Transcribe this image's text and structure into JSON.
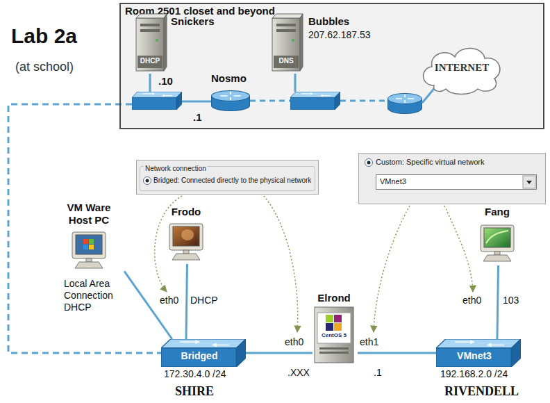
{
  "diagram": {
    "title": "Lab 2a",
    "nodes": [
      {
        "text": [
          "Room 2501 closet and beyond"
        ]
      },
      {
        "text": [
          "Snickers",
          "DHCP"
        ],
        "in": 0
      },
      {
        "text": [
          "Nosmo"
        ],
        "in": 0
      },
      {
        "text": [
          "Bubbles",
          "DNS",
          "207.62.187.53"
        ],
        "in": 0
      },
      {
        "text": [
          "INTERNET"
        ],
        "in": 0
      },
      {
        "text": [
          "Network connection",
          "Bridged: Connected directly to the physical network"
        ]
      },
      {
        "text": [
          "Custom: Specific virtual network",
          "VMnet3"
        ]
      },
      {
        "text": [
          "VM Ware Host PC",
          "Local Area Connection DHCP"
        ]
      },
      {
        "text": [
          "Frodo"
        ]
      },
      {
        "text": [
          "Elrond",
          "CentOS 5"
        ]
      },
      {
        "text": [
          "Fang"
        ]
      },
      {
        "text": [
          "Bridged"
        ]
      },
      {
        "text": [
          "VMnet3"
        ]
      }
    ],
    "edges": [
      {
        "from": 7,
        "to": 11,
        "arrow": "none"
      },
      {
        "from": 8,
        "to": 11,
        "arrow": "none"
      },
      {
        "from": 11,
        "to": 9,
        "arrow": "none"
      },
      {
        "from": 9,
        "to": 12,
        "arrow": "none"
      },
      {
        "from": 10,
        "to": 12,
        "arrow": "none"
      }
    ],
    "labels": [
      "(at school)",
      ".10",
      ".1",
      "eth0",
      "DHCP",
      "eth0",
      "eth1",
      ".XXX",
      ".1",
      "eth0",
      "103",
      "172.30.4.0 /24",
      "192.168.2.0 /24",
      "SHIRE",
      "RIVENDELL"
    ]
  }
}
